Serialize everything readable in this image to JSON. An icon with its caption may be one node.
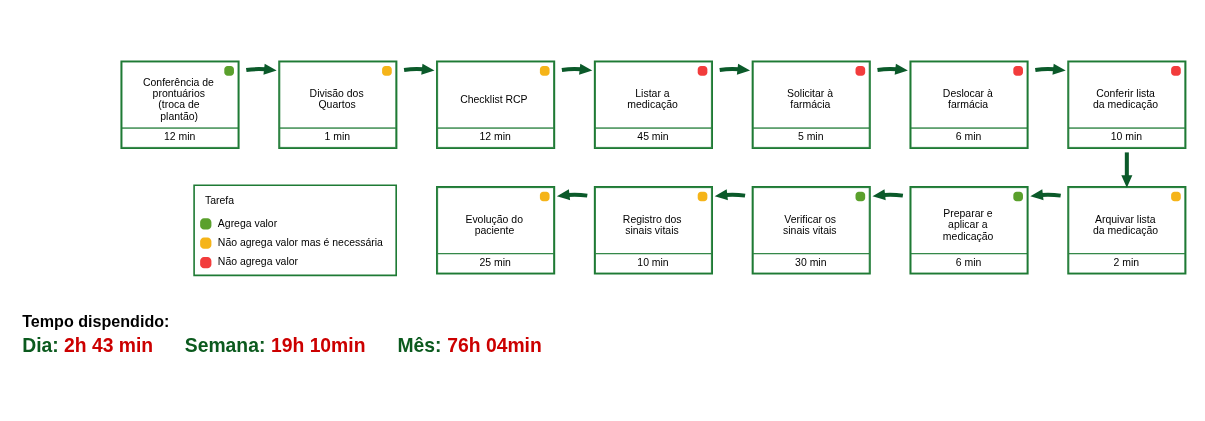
{
  "diagram": {
    "nodes": [
      {
        "text": [
          "Conferência de prontuários (troca de plantão)",
          "12 min"
        ]
      },
      {
        "text": [
          "Divisão dos Quartos",
          "1 min"
        ]
      },
      {
        "text": [
          "Checklist RCP",
          "12 min"
        ]
      },
      {
        "text": [
          "Listar a medicação",
          "45 min"
        ]
      },
      {
        "text": [
          "Solicitar à farmácia",
          "5 min"
        ]
      },
      {
        "text": [
          "Deslocar à farmácia",
          "6 min"
        ]
      },
      {
        "text": [
          "Conferir lista da medicação",
          "10 min"
        ]
      },
      {
        "text": [
          "Arquivar lista da medicação",
          "2 min"
        ]
      },
      {
        "text": [
          "Preparar e aplicar a medicação",
          "6 min"
        ]
      },
      {
        "text": [
          "Verificar os sinais vitais",
          "30 min"
        ]
      },
      {
        "text": [
          "Registro dos sinais vitais",
          "10 min"
        ]
      },
      {
        "text": [
          "Evolução do paciente",
          "25 min"
        ]
      }
    ],
    "edges": [
      {
        "from": 0,
        "to": 1,
        "arrow": "to"
      },
      {
        "from": 1,
        "to": 2,
        "arrow": "to"
      },
      {
        "from": 2,
        "to": 3,
        "arrow": "to"
      },
      {
        "from": 3,
        "to": 4,
        "arrow": "to"
      },
      {
        "from": 4,
        "to": 5,
        "arrow": "to"
      },
      {
        "from": 5,
        "to": 6,
        "arrow": "to"
      },
      {
        "from": 6,
        "to": 7,
        "arrow": "to"
      },
      {
        "from": 7,
        "to": 8,
        "arrow": "to"
      },
      {
        "from": 8,
        "to": 9,
        "arrow": "to"
      },
      {
        "from": 9,
        "to": 10,
        "arrow": "to"
      },
      {
        "from": 10,
        "to": 11,
        "arrow": "to"
      }
    ],
    "labels": [
      "Tarefa",
      "Tempo dispendido:",
      "Dia:",
      "2h 43 min",
      "Semana:",
      "19h 10min",
      "Mês:",
      "76h 04min"
    ],
    "legend": [
      {
        "text": "Agrega valor",
        "color": "#5aa02c"
      },
      {
        "text": "Não agrega valor mas é necessária",
        "color": "#f5b419"
      },
      {
        "text": "Não agrega valor",
        "color": "#f23c3c"
      }
    ]
  }
}
